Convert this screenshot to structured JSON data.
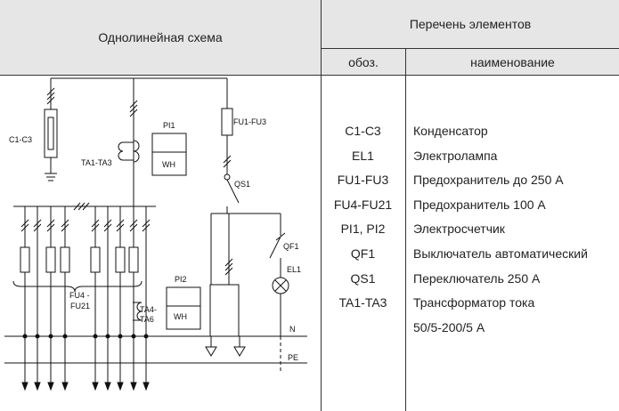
{
  "header": {
    "scheme_title": "Однолинейная схема",
    "list_title": "Перечень элементов",
    "col_code": "обоз.",
    "col_name": "наименование"
  },
  "elements": [
    {
      "code": "C1-C3",
      "name": "Конденсатор"
    },
    {
      "code": "EL1",
      "name": "Электролампа"
    },
    {
      "code": "FU1-FU3",
      "name": "Предохранитель до 250 А"
    },
    {
      "code": "FU4-FU21",
      "name": "Предохранитель 100 А"
    },
    {
      "code": "PI1, PI2",
      "name": "Электросчетчик"
    },
    {
      "code": "QF1",
      "name": "Выключатель автоматический"
    },
    {
      "code": "QS1",
      "name": "Переключатель 250 А"
    },
    {
      "code": "TA1-TA3",
      "name": "Трансформатор тока"
    },
    {
      "code": "",
      "name": "50/5-200/5 А"
    }
  ],
  "diagram_labels": {
    "c1c3": "C1-C3",
    "ta1ta3": "TA1-TA3",
    "pi1": "PI1",
    "wh1": "WH",
    "fu1fu3": "FU1-FU3",
    "qs1": "QS1",
    "qf1": "QF1",
    "el1": "EL1",
    "fu4": "FU4 -",
    "fu21": "FU21",
    "ta4": "TA4-",
    "ta6": "TA6",
    "pi2": "PI2",
    "wh2": "WH",
    "n": "N",
    "pe": "PE"
  }
}
